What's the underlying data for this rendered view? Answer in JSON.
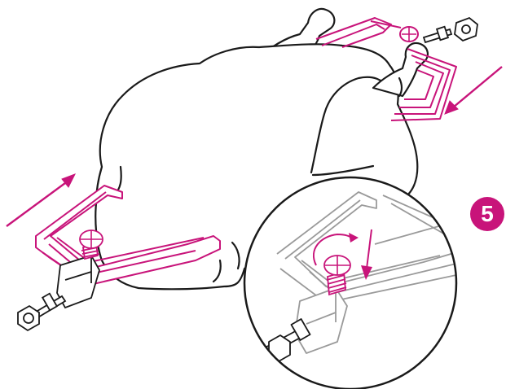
{
  "step": {
    "number": "5"
  },
  "colors": {
    "accent": "#c8147a",
    "outline": "#1a1a1a",
    "detail_grey": "#9a9a9a",
    "background": "#ffffff"
  },
  "icons": {
    "insert_arrow_left": "arrow-up-right",
    "insert_arrow_right": "arrow-down-left",
    "tighten": "rotate-clockwise-arrow",
    "press": "arrow-down"
  }
}
